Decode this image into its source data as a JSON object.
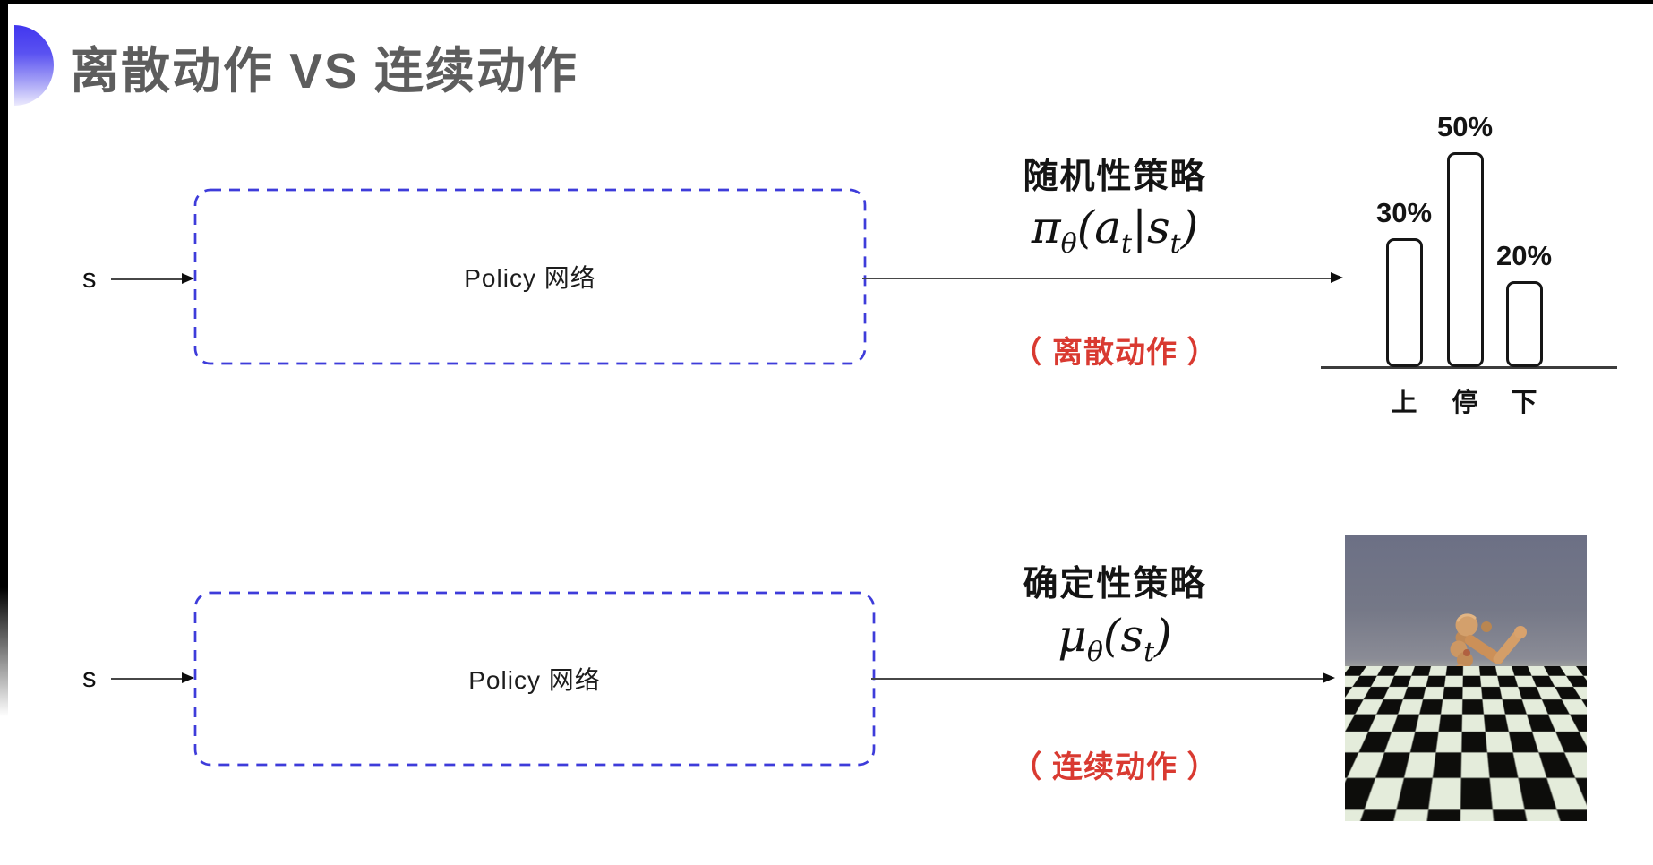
{
  "title": {
    "text": "离散动作 VS 连续动作"
  },
  "top": {
    "input_label": "s",
    "box_label": "Policy 网络",
    "policy_type": "随机性策略",
    "formula": {
      "base1": "π",
      "sub1": "θ",
      "base2": "(a",
      "sub2": "t",
      "base3": "|s",
      "sub3": "t",
      "base4": ")"
    },
    "note": "（ 离散动作 ）"
  },
  "bottom": {
    "input_label": "s",
    "box_label": "Policy 网络",
    "policy_type": "确定性策略",
    "formula": {
      "base1": "μ",
      "sub1": "θ",
      "base2": "(s",
      "sub2": "t",
      "base3": ")"
    },
    "note": "（ 连续动作 ）"
  },
  "chart_data": {
    "type": "bar",
    "title": "",
    "xlabel": "",
    "ylabel": "",
    "categories": [
      "上",
      "停",
      "下"
    ],
    "values": [
      30,
      50,
      20
    ],
    "unit": "%",
    "ylim": [
      0,
      60
    ],
    "grid": false,
    "legend": false,
    "bars": [
      {
        "category": "上",
        "value": 30,
        "percent_label": "30%"
      },
      {
        "category": "停",
        "value": 50,
        "percent_label": "50%"
      },
      {
        "category": "下",
        "value": 20,
        "percent_label": "20%"
      }
    ],
    "bar_fill": "#ffffff",
    "bar_stroke": "#161616"
  },
  "colors": {
    "accent_blue_dash": "#3e3cda",
    "note_red": "#d93a31",
    "title_gray": "#5d5d5d",
    "arrow_dark": "#0e0e0e"
  },
  "robot_panel": {
    "content": "humanoid robot running on checkerboard floor",
    "sky_top": "#6c7085",
    "sky_bottom": "#8f9099",
    "tile_light": "#e4ecdb",
    "tile_dark": "#0d0d0b",
    "body_color": "#cf9a68"
  }
}
